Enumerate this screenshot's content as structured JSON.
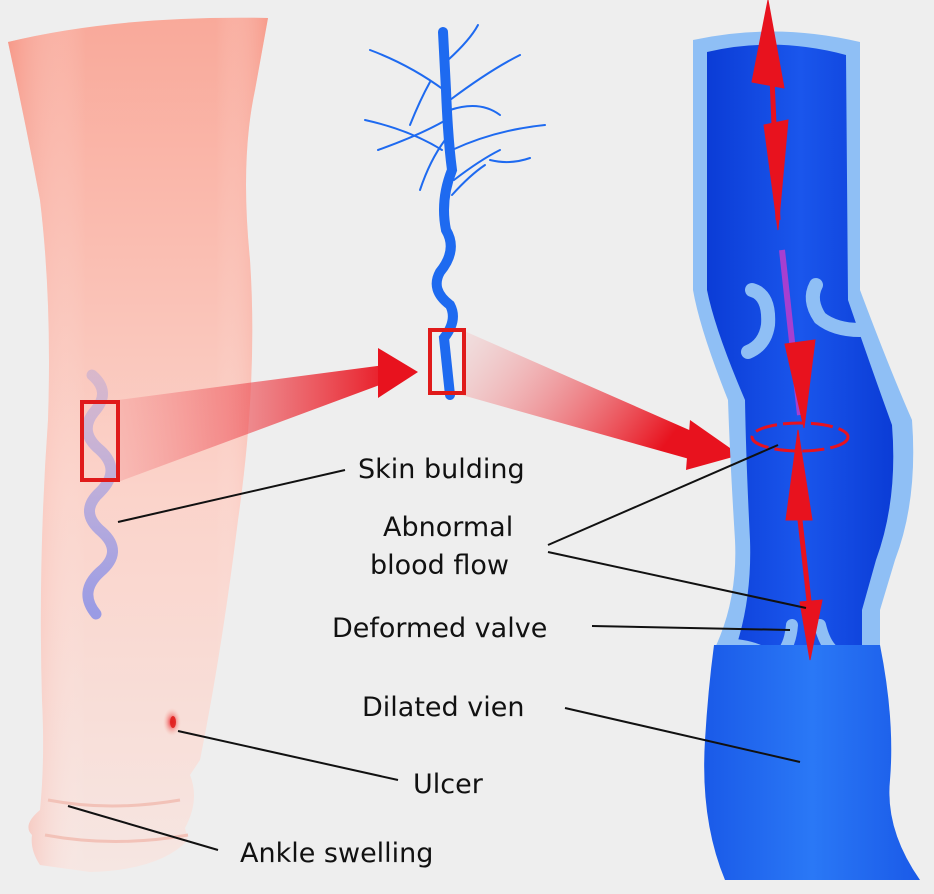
{
  "labels": {
    "skin_bulging": "Skin bulding",
    "abnormal_line1": "Abnormal",
    "abnormal_line2": "blood flow",
    "deformed_valve": "Deformed valve",
    "dilated_vein": "Dilated vien",
    "ulcer": "Ulcer",
    "ankle_swelling": "Ankle swelling"
  },
  "colors": {
    "background": "#eeeeee",
    "skin": "#f7b8aa",
    "vein_dark": "#0a3fd8",
    "vein_mid": "#1e6af0",
    "vein_light": "#8fbff5",
    "arrow_red": "#e8121e",
    "highlight_box": "#e01a1a",
    "leader_line": "#111111"
  }
}
